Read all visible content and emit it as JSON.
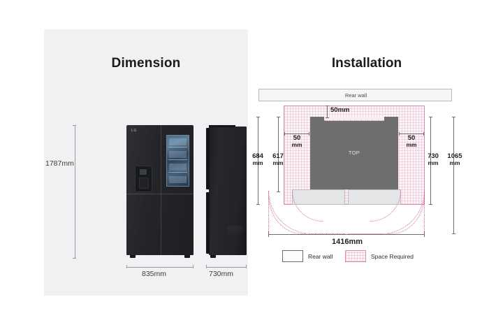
{
  "page": {
    "background_color": "#ffffff"
  },
  "dimension_section": {
    "title": "Dimension",
    "panel_color": "#f1f1f3",
    "front_view": {
      "name": "refrigerator-front-view",
      "brand_logo": "LG",
      "height_label": "1787mm",
      "width_label": "835mm"
    },
    "side_view": {
      "name": "refrigerator-side-view",
      "depth_label": "730mm"
    }
  },
  "installation_section": {
    "title": "Installation",
    "rear_wall_label": "Rear wall",
    "top_label": "TOP",
    "clearances": {
      "rear": "50mm",
      "left": {
        "value": "50",
        "unit": "mm"
      },
      "right": {
        "value": "50",
        "unit": "mm"
      }
    },
    "depth_dimensions": [
      {
        "value": "684",
        "unit": "mm"
      },
      {
        "value": "617",
        "unit": "mm"
      },
      {
        "value": "730",
        "unit": "mm"
      },
      {
        "value": "1065",
        "unit": "mm"
      }
    ],
    "door_swing_width": "1416mm",
    "legend": [
      {
        "label": "Rear wall",
        "swatch": "solid-outline-box",
        "color": "#6c6c70"
      },
      {
        "label": "Space Required",
        "swatch": "pink-grid-box",
        "color": "#d98bb4"
      }
    ]
  }
}
